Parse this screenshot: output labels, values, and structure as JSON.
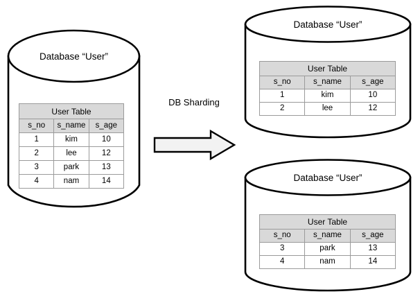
{
  "diagram": {
    "title": "DB Sharding",
    "colors": {
      "stroke": "#000000",
      "table_header_fill": "#d9d9d9",
      "table_cell_fill": "#ffffff",
      "table_border": "#9a9a9a",
      "arrow_fill": "#f2f2f2",
      "background": "#ffffff"
    },
    "process_label": "DB Sharding",
    "arrow": {
      "name": "db-sharding-arrow",
      "direction": "right"
    },
    "source": {
      "id": "source-database",
      "title": "Database “User”",
      "table": {
        "caption": "User Table",
        "columns": [
          "s_no",
          "s_name",
          "s_age"
        ],
        "rows": [
          [
            "1",
            "kim",
            "10"
          ],
          [
            "2",
            "lee",
            "12"
          ],
          [
            "3",
            "park",
            "13"
          ],
          [
            "4",
            "nam",
            "14"
          ]
        ]
      }
    },
    "shards": [
      {
        "id": "shard-database-1",
        "title": "Database “User”",
        "table": {
          "caption": "User Table",
          "columns": [
            "s_no",
            "s_name",
            "s_age"
          ],
          "rows": [
            [
              "1",
              "kim",
              "10"
            ],
            [
              "2",
              "lee",
              "12"
            ]
          ]
        }
      },
      {
        "id": "shard-database-2",
        "title": "Database “User”",
        "table": {
          "caption": "User Table",
          "columns": [
            "s_no",
            "s_name",
            "s_age"
          ],
          "rows": [
            [
              "3",
              "park",
              "13"
            ],
            [
              "4",
              "nam",
              "14"
            ]
          ]
        }
      }
    ]
  }
}
